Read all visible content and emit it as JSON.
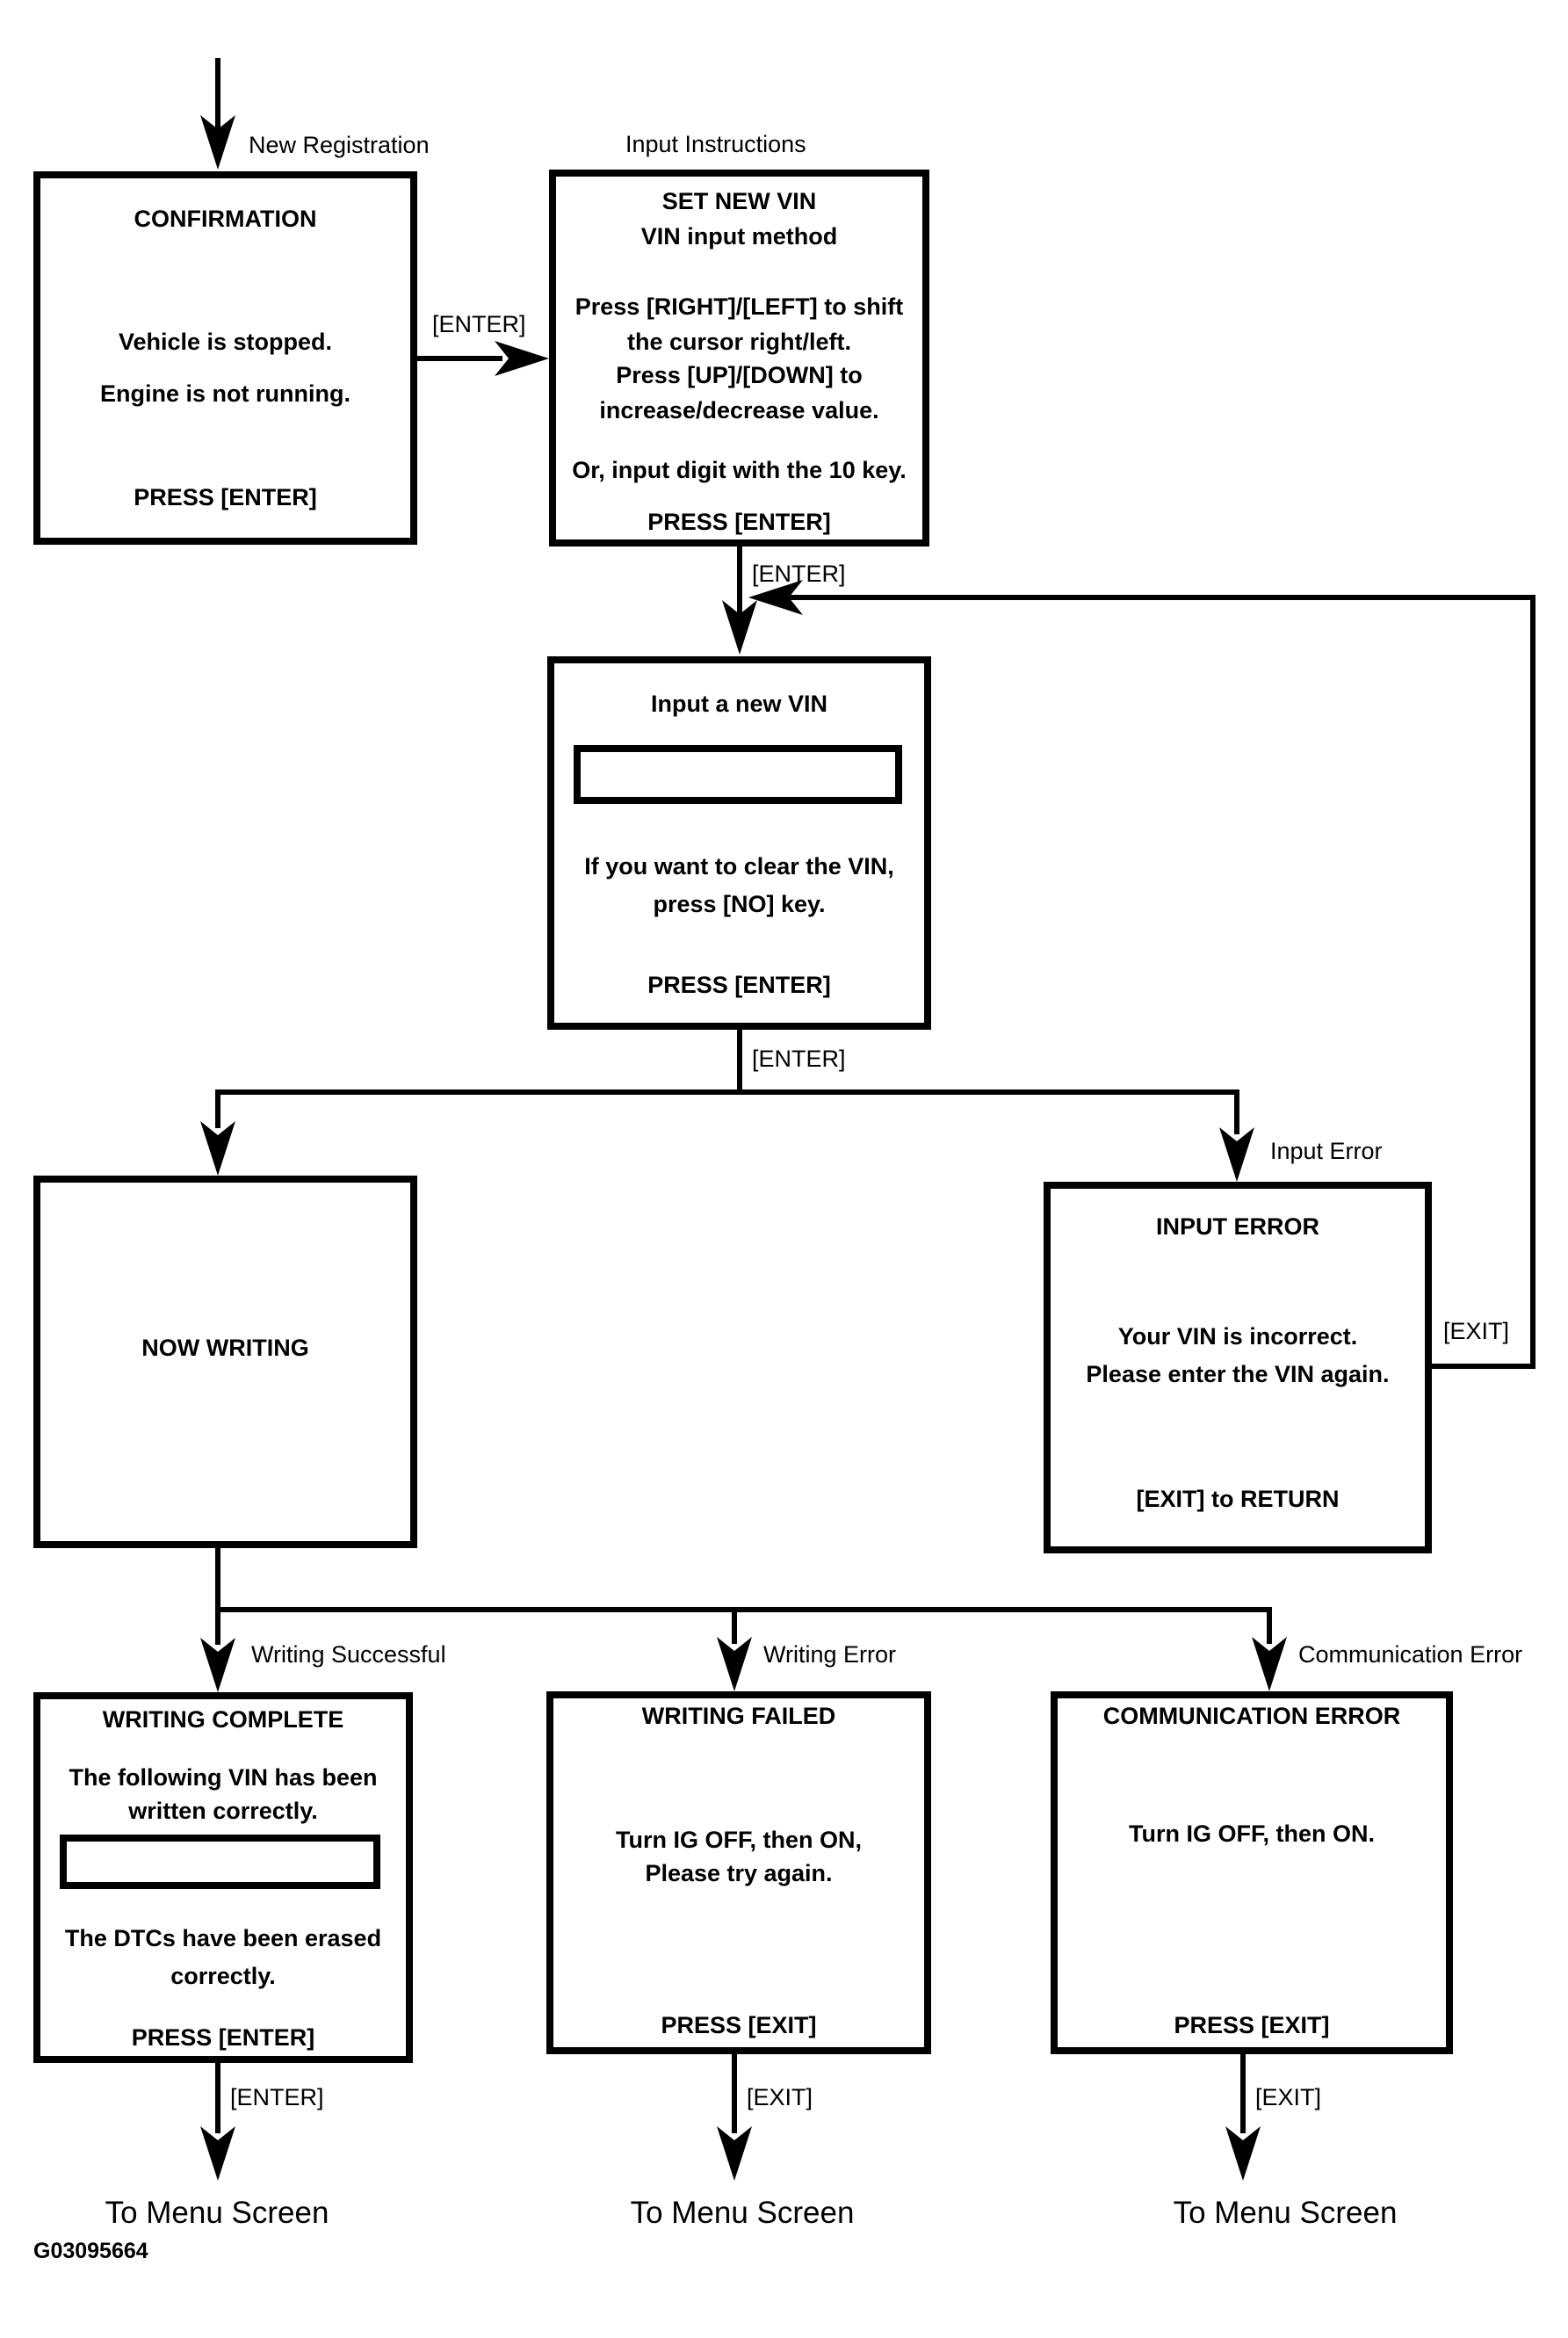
{
  "figure_id": "G03095664",
  "labels": {
    "new_registration": "New Registration",
    "input_instructions": "Input Instructions",
    "enter_between": "[ENTER]",
    "enter_after_instructions": "[ENTER]",
    "enter_after_input": "[ENTER]",
    "input_error_branch": "Input Error",
    "exit_feedback": "[EXIT]",
    "writing_successful": "Writing Successful",
    "writing_error": "Writing Error",
    "communication_error": "Communication Error",
    "enter_bottom": "[ENTER]",
    "exit_bottom_failed": "[EXIT]",
    "exit_bottom_comm": "[EXIT]",
    "to_menu_1": "To Menu Screen",
    "to_menu_2": "To Menu Screen",
    "to_menu_3": "To Menu Screen"
  },
  "boxes": {
    "confirmation": {
      "title": "CONFIRMATION",
      "body": [
        "Vehicle is stopped.",
        "Engine is not running."
      ],
      "footer": "PRESS [ENTER]"
    },
    "set_new_vin": {
      "title": [
        "SET NEW VIN",
        "VIN input method"
      ],
      "body": [
        "Press [RIGHT]/[LEFT] to shift",
        "the cursor right/left.",
        "Press [UP]/[DOWN] to",
        "increase/decrease value."
      ],
      "note": "Or, input digit with the 10 key.",
      "footer": "PRESS [ENTER]"
    },
    "input_new_vin": {
      "title": "Input a new VIN",
      "vin_field_value": "",
      "body": [
        "If you want to clear the VIN,",
        "press [NO] key."
      ],
      "footer": "PRESS [ENTER]"
    },
    "now_writing": {
      "title": "NOW WRITING"
    },
    "input_error": {
      "title": "INPUT ERROR",
      "body": [
        "Your VIN is incorrect.",
        "Please enter the VIN again."
      ],
      "footer": "[EXIT] to RETURN"
    },
    "writing_complete": {
      "title": "WRITING COMPLETE",
      "body": [
        "The following VIN has been",
        "written correctly."
      ],
      "vin_field_value": "",
      "body2": [
        "The DTCs have been erased",
        "correctly."
      ],
      "footer": "PRESS [ENTER]"
    },
    "writing_failed": {
      "title": "WRITING FAILED",
      "body": [
        "Turn IG OFF, then ON,",
        "Please try again."
      ],
      "footer": "PRESS [EXIT]"
    },
    "communication_error": {
      "title": "COMMUNICATION ERROR",
      "body": [
        "Turn IG OFF, then ON."
      ],
      "footer": "PRESS [EXIT]"
    }
  },
  "colors": {
    "line": "#000000",
    "background": "#ffffff"
  }
}
